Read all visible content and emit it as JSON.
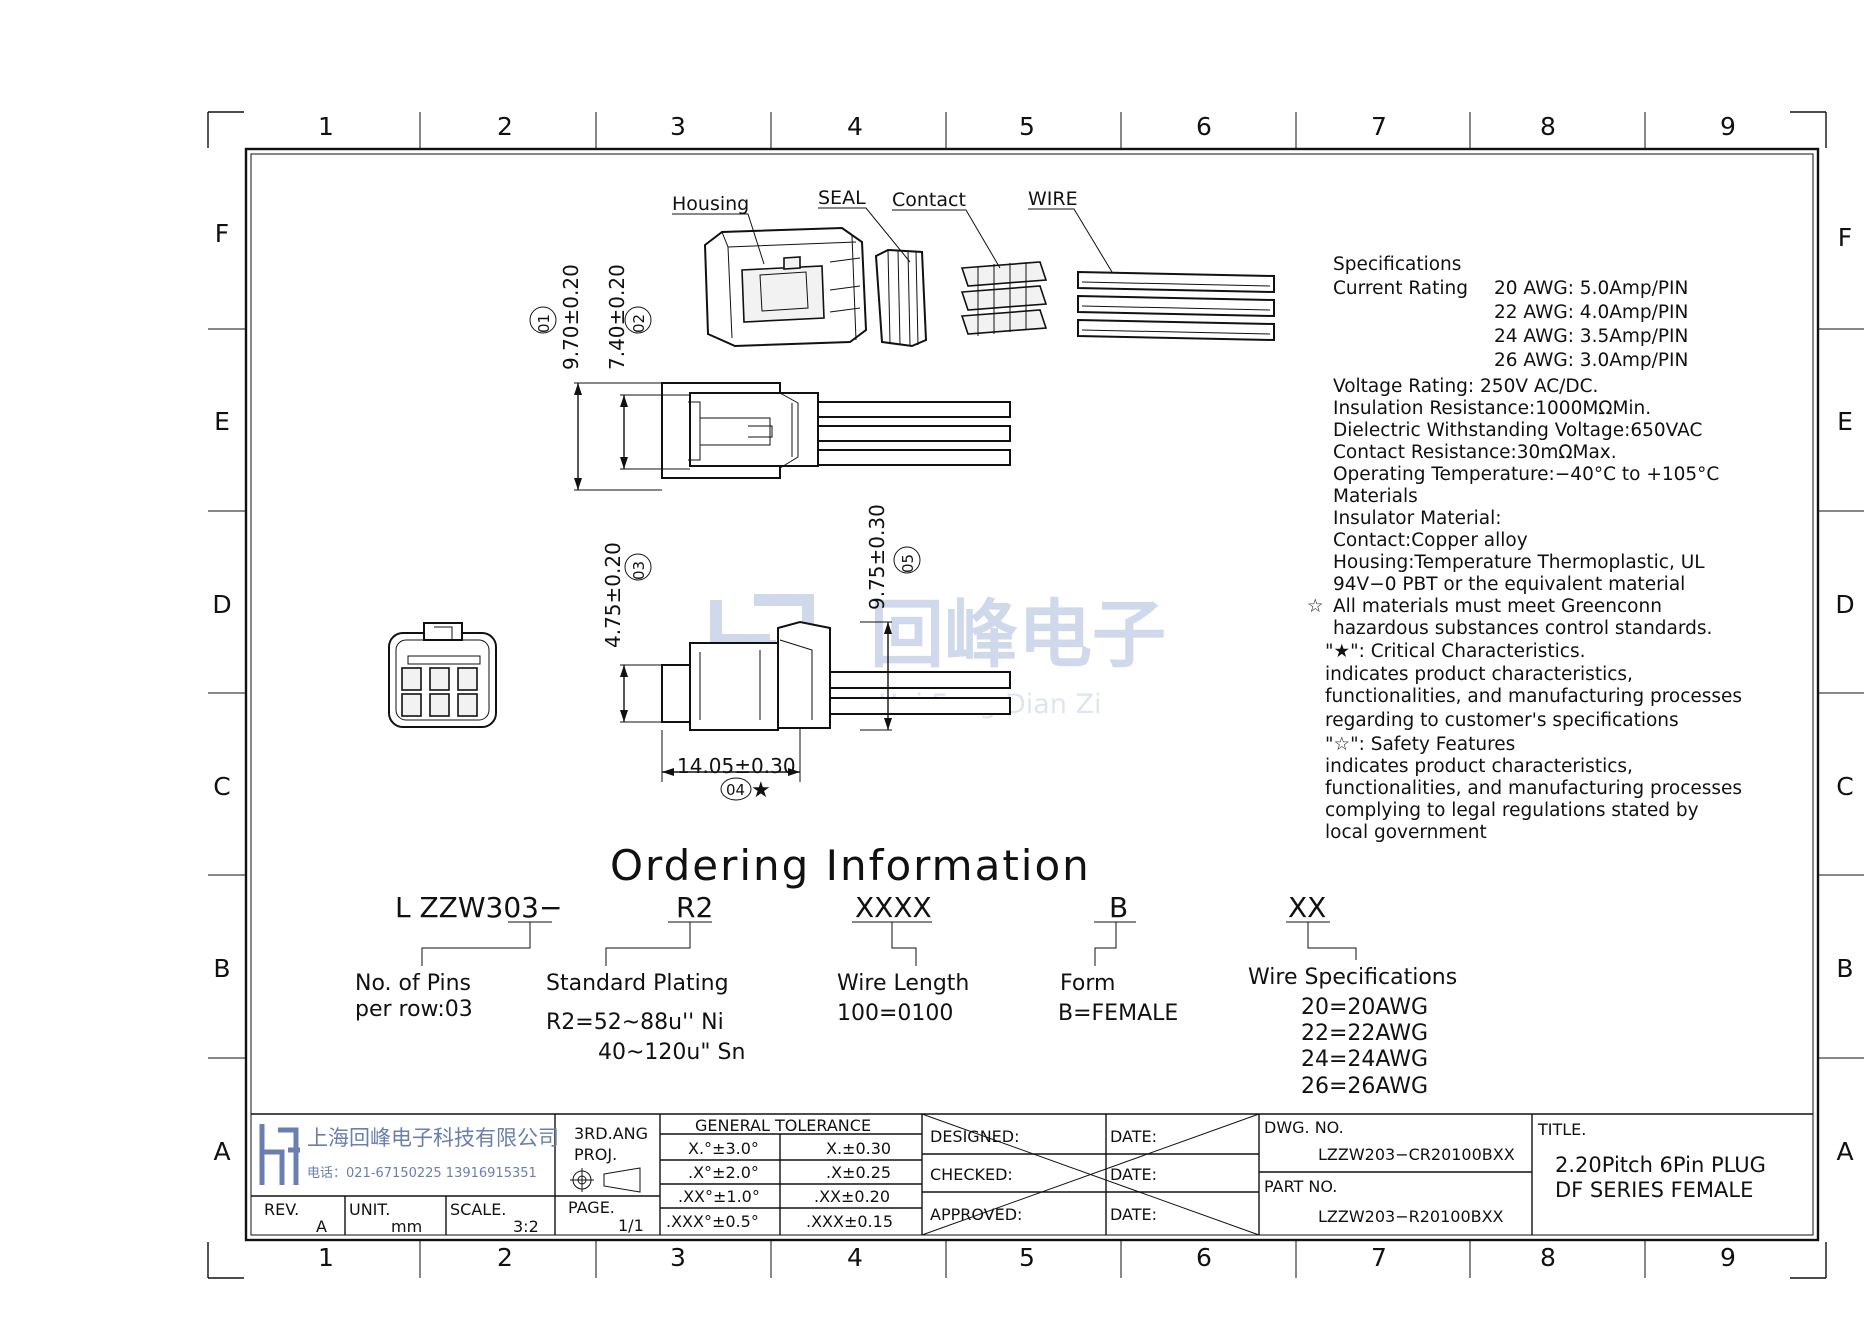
{
  "frame": {
    "columns": [
      "1",
      "2",
      "3",
      "4",
      "5",
      "6",
      "7",
      "8",
      "9"
    ],
    "rows": [
      "F",
      "E",
      "D",
      "C",
      "B",
      "A"
    ]
  },
  "callouts": {
    "housing": "Housing",
    "seal": "SEAL",
    "contact": "Contact",
    "wire": "WIRE"
  },
  "dimensions": {
    "d1_value": "9.70±0.20",
    "d1_tag": "01",
    "d2_value": "7.40±0.20",
    "d2_tag": "02",
    "d3_value": "4.75±0.20",
    "d3_tag": "03",
    "d4_value": "14.05±0.30",
    "d4_tag": "04",
    "d5_value": "9.75±0.30",
    "d5_tag": "05"
  },
  "specs": {
    "heading": "Specifications",
    "current_label": "Current  Rating",
    "current_1": "20  AWG:  5.0Amp/PIN",
    "current_2": "22  AWG:  4.0Amp/PIN",
    "current_3": "24  AWG:  3.5Amp/PIN",
    "current_4": "26  AWG:  3.0Amp/PIN",
    "voltage": "Voltage  Rating:  250V  AC/DC.",
    "insulation": "Insulation  Resistance:1000MΩMin.",
    "dielectric": "Dielectric  Withstanding  Voltage:650VAC",
    "contact_res": "Contact  Resistance:30mΩMax.",
    "temperature": "Operating  Temperature:−40°C  to  +105°C",
    "materials": "Materials",
    "insulator": "Insulator  Material:",
    "contact_mat": "Contact:Copper  alloy",
    "housing_mat_1": "Housing:Temperature  Thermoplastic,  UL",
    "housing_mat_2": "94V−0  PBT  or  the  equivalent  material",
    "all_mat_1": "All  materials  must  meet  Greenconn",
    "all_mat_2": "hazardous  substances  control  standards.",
    "critical_title": "\"★\":  Critical  Characteristics.",
    "critical_1": "indicates  product  characteristics,",
    "critical_2": "functionalities,  and  manufacturing  processes",
    "critical_3": "regarding  to  customer's  specifications",
    "safety_title": "\"☆\":  Safety  Features",
    "safety_1": "indicates  product  characteristics,",
    "safety_2": "functionalities,  and  manufacturing  processes",
    "safety_3": "complying  to  legal  regulations  stated  by",
    "safety_4": "local  government"
  },
  "watermark": {
    "chinese": "回峰电子",
    "pinyin": "Hui Feng Dian Zi"
  },
  "ordering": {
    "title": "Ordering  Information",
    "part_prefix": "L  ZZW303−",
    "code_plating": "R2",
    "code_length": "XXXX",
    "code_form": "B",
    "code_wire": "XX",
    "pins_label_1": "No.  of  Pins",
    "pins_label_2": "per  row:03",
    "plating_label": "Standard  Plating",
    "plating_1": "R2=52~88u''  Ni",
    "plating_2": "40~120u\"  Sn",
    "length_label": "Wire  Length",
    "length_1": "100=0100",
    "form_label": "Form",
    "form_1": "B=FEMALE",
    "wire_label": "Wire  Specifications",
    "wire_1": "20=20AWG",
    "wire_2": "22=22AWG",
    "wire_3": "24=24AWG",
    "wire_4": "26=26AWG"
  },
  "title_block": {
    "company": "上海回峰电子科技有限公司",
    "phone": "电话：021-67150225  13916915351",
    "projection_1": "3RD.ANG",
    "projection_2": "PROJ.",
    "rev_label": "REV.",
    "rev_value": "A",
    "unit_label": "UNIT.",
    "unit_value": "mm",
    "scale_label": "SCALE.",
    "scale_value": "3:2",
    "page_label": "PAGE.",
    "page_value": "1/1",
    "tolerance_heading": "GENERAL  TOLERANCE",
    "tolerance_left": [
      "X.°±3.0°",
      ".X°±2.0°",
      ".XX°±1.0°",
      ".XXX°±0.5°"
    ],
    "tolerance_right": [
      "X.±0.30",
      ".X±0.25",
      ".XX±0.20",
      ".XXX±0.15"
    ],
    "designed": "DESIGNED:",
    "checked": "CHECKED:",
    "approved": "APPROVED:",
    "date": "DATE:",
    "dwg_label": "DWG.  NO.",
    "dwg_value": "LZZW203−CR20100BXX",
    "part_label": "PART  NO.",
    "part_value": "LZZW203−R20100BXX",
    "title_label": "TITLE.",
    "title_1": "2.20Pitch  6Pin  PLUG",
    "title_2": "DF  SERIES  FEMALE"
  }
}
